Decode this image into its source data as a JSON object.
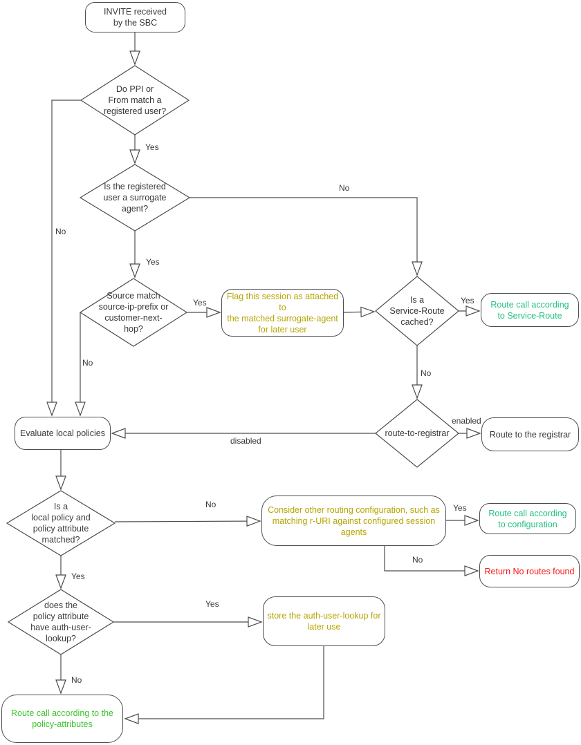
{
  "title": "SBC INVITE routing flowchart",
  "colors": {
    "line": "#4d4d4d",
    "text": "#383838",
    "yellow": "#b3a600",
    "green_spring": "#21c17f",
    "green": "#3cc32e",
    "red": "#ff1414"
  },
  "nodes": {
    "invite": {
      "label": "INVITE received\nby the SBC"
    },
    "d_ppi": {
      "label": "Do PPI or\nFrom match a\nregistered user?"
    },
    "d_surrogate": {
      "label": "Is the registered\nuser a surrogate\nagent?"
    },
    "d_source": {
      "label": "Source match\nsource-ip-prefix or\ncustomer-next-\nhop?"
    },
    "flag_session": {
      "label": "Flag this session as attached to\nthe matched surrogate-agent\nfor later user"
    },
    "d_service_route": {
      "label": "Is a\nService-Route\ncached?"
    },
    "route_service": {
      "label": "Route call according\nto Service-Route"
    },
    "evaluate": {
      "label": "Evaluate local policies"
    },
    "d_route_registrar": {
      "label": "route-to-registrar"
    },
    "route_registrar": {
      "label": "Route to the registrar"
    },
    "d_local_policy": {
      "label": "Is a\nlocal policy and\npolicy attribute\nmatched?"
    },
    "consider": {
      "label": "Consider other routing configuration, such as\nmatching r-URI against configured session\nagents"
    },
    "route_config": {
      "label": "Route call according\nto configuration"
    },
    "return_no_routes": {
      "label": "Return No routes found"
    },
    "d_auth_lookup": {
      "label": "does the\npolicy attribute\nhave auth-user-\nlookup?"
    },
    "store_lookup": {
      "label": "store the auth-user-lookup for\nlater use"
    },
    "route_policy": {
      "label": "Route call according to the\npolicy-attributes"
    }
  },
  "edge_labels": {
    "d_ppi_yes": "Yes",
    "d_ppi_no": "No",
    "d_surrogate_yes": "Yes",
    "d_surrogate_no": "No",
    "d_source_yes": "Yes",
    "d_source_no": "No",
    "d_service_route_yes": "Yes",
    "d_service_route_no": "No",
    "d_route_registrar_enabled": "enabled",
    "d_route_registrar_disabled": "disabled",
    "d_local_policy_no": "No",
    "d_local_policy_yes": "Yes",
    "consider_yes": "Yes",
    "consider_no": "No",
    "d_auth_lookup_yes": "Yes",
    "d_auth_lookup_no": "No"
  }
}
